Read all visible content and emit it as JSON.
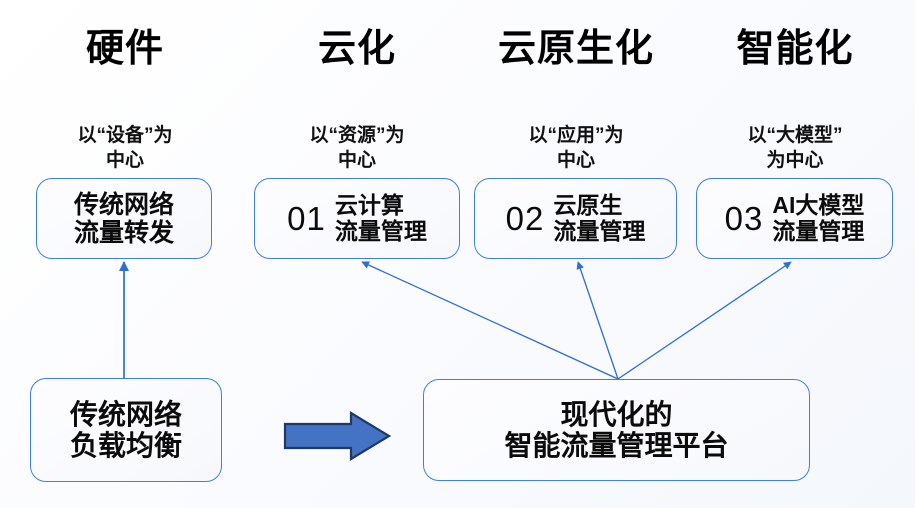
{
  "columns": [
    {
      "title": "硬件",
      "subtitle": "以“设备”为\n中心"
    },
    {
      "title": "云化",
      "subtitle": "以“资源”为\n中心"
    },
    {
      "title": "云原生化",
      "subtitle": "以“应用”为\n中心"
    },
    {
      "title": "智能化",
      "subtitle": "以“大模型”\n为中心"
    }
  ],
  "stage_boxes": [
    {
      "number": "",
      "line1": "传统网络",
      "line2": "流量转发"
    },
    {
      "number": "01",
      "line1": "云计算",
      "line2": "流量管理"
    },
    {
      "number": "02",
      "line1": "云原生",
      "line2": "流量管理"
    },
    {
      "number": "03",
      "line1": "AI大模型",
      "line2": "流量管理"
    }
  ],
  "bottom": {
    "left_box": {
      "line1": "传统网络",
      "line2": "负载均衡"
    },
    "right_box": {
      "line1": "现代化的",
      "line2": "智能流量管理平台"
    },
    "transition_arrow": "right-arrow"
  },
  "colors": {
    "box_border": "#3f7fe0",
    "connector": "#2f6fd0",
    "big_arrow_fill": "#4472c4",
    "big_arrow_stroke": "#1f3864",
    "text": "#000000",
    "background": "#ffffff"
  }
}
